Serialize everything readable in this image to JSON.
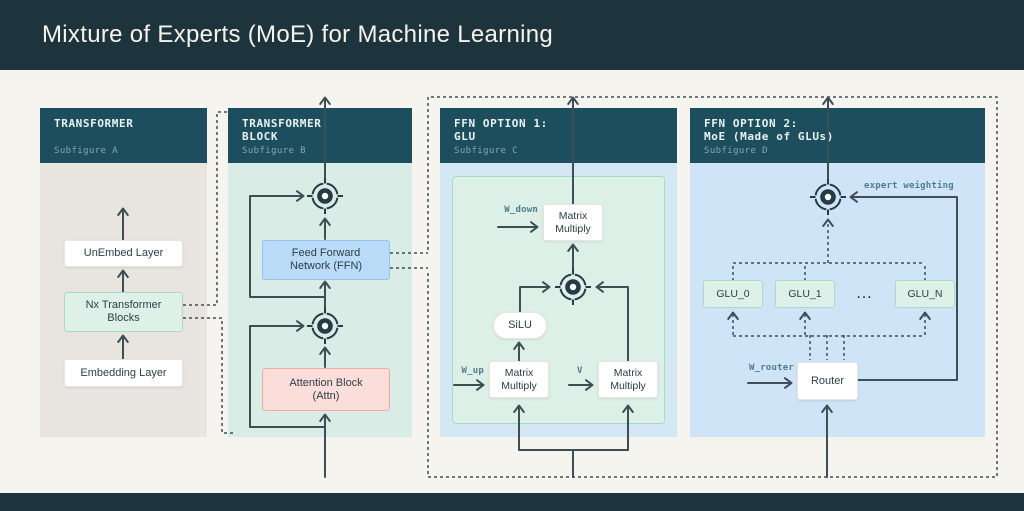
{
  "header": {
    "title": "Mixture of Experts (MoE) for Machine Learning"
  },
  "colors": {
    "top_bar": "#1e343d",
    "panel_header": "#1d4e5e",
    "page_background": "#f6f4ef",
    "line": "#3e4e55",
    "mono_label": "#4f7d8e",
    "ffn_blue": "#b9dbf8",
    "attention_pink": "#fbdeda",
    "glu_green": "#def1e8",
    "panel_a_body": "#e8e5e0",
    "panel_b_body": "#d9ece6",
    "panel_c_body": "#d3e7f4",
    "panel_d_body": "#cfe4f6"
  },
  "panels": {
    "a": {
      "title1": "TRANSFORMER",
      "title2": "",
      "sub": "Subfigure A",
      "unembed": "UnEmbed Layer",
      "blocks": "Nx Transformer Blocks",
      "embedding": "Embedding Layer"
    },
    "b": {
      "title1": "TRANSFORMER",
      "title2": "BLOCK",
      "sub": "Subfigure B",
      "ffn": "Feed Forward Network (FFN)",
      "attn": "Attention Block (Attn)"
    },
    "c": {
      "title1": "FFN OPTION 1:",
      "title2": "GLU",
      "sub": "Subfigure C",
      "mm": "Matrix Multiply",
      "silu": "SiLU",
      "w_down": "W_down",
      "w_up": "W_up",
      "v": "V"
    },
    "d": {
      "title1": "FFN OPTION 2:",
      "title2": "MoE (Made of GLUs)",
      "sub": "Subfigure D",
      "glus": [
        "GLU_0",
        "GLU_1",
        "...",
        "GLU_N"
      ],
      "router": "Router",
      "w_router": "W_router",
      "expert_weighting": "expert weighting"
    }
  }
}
